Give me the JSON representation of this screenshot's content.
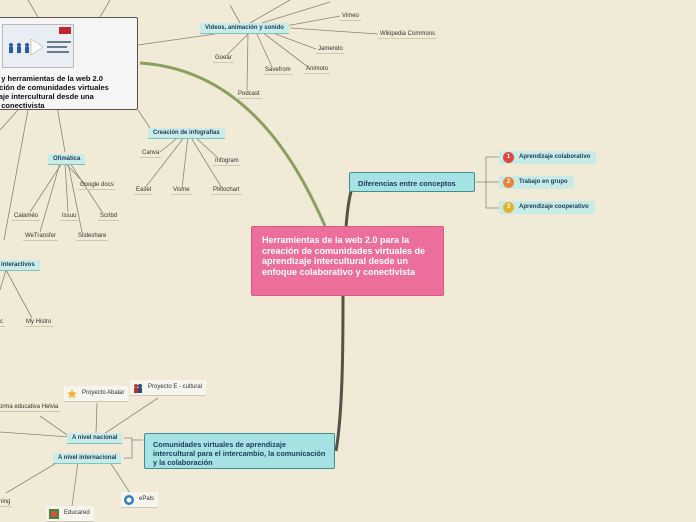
{
  "central": {
    "title": "Herramientas de la web 2.0 para la creación de comunidades virtuales de aprendizaje intercultural desde un enfoque colaborativo y conectivista"
  },
  "top_card": {
    "title": "s y herramientas de la web 2.0\nación de comunidades virtuales\nzaje intercultural desde una\na conectivista"
  },
  "videos": {
    "label": "Videos, animación y sonido",
    "leaves": [
      "Vimeo",
      "Wikipedia Commons",
      "Jamendo",
      "Goear",
      "Savefrom",
      "Animoto",
      "Podcast"
    ]
  },
  "infografias": {
    "label": "Creación de infografías",
    "leaves": [
      "Canva",
      "Easel",
      "Visme",
      "Infogram",
      "Piktochart"
    ]
  },
  "ofimatica": {
    "label": "Ofimática",
    "leaves": [
      "Google docs",
      "Calaméo",
      "Issuu",
      "Scribd",
      "WeTransfer",
      "Slideshare"
    ]
  },
  "interactivos": {
    "label": "interactivos",
    "leaves": [
      "c",
      "My Histro"
    ]
  },
  "diferencias": {
    "label": "Diferencias entre conceptos",
    "items": [
      {
        "num": "1",
        "label": "Aprendizaje colaborativo",
        "color": "#e0463c"
      },
      {
        "num": "2",
        "label": "Trabajo en grupo",
        "color": "#e8843a"
      },
      {
        "num": "3",
        "label": "Aprendizaje cooperativo",
        "color": "#e6b22b"
      }
    ]
  },
  "comunidades": {
    "label": "Comunidades virtuales de aprendizaje intercultural para el intercambio, la comunicación y la colaboración",
    "nacional": {
      "label": "A nivel nacional",
      "leaves": [
        "orma educativa Helvia",
        "Proyecto Abalar",
        "Proyecto E - cultural"
      ]
    },
    "internacional": {
      "label": "A nivel internacional",
      "leaves": [
        "ning",
        "Educared",
        "ePals"
      ]
    }
  },
  "colors": {
    "background": "#f1ead6",
    "central": "#ec6e9a",
    "teal": "#a6e2e4",
    "connector": "#7a7a6a"
  }
}
